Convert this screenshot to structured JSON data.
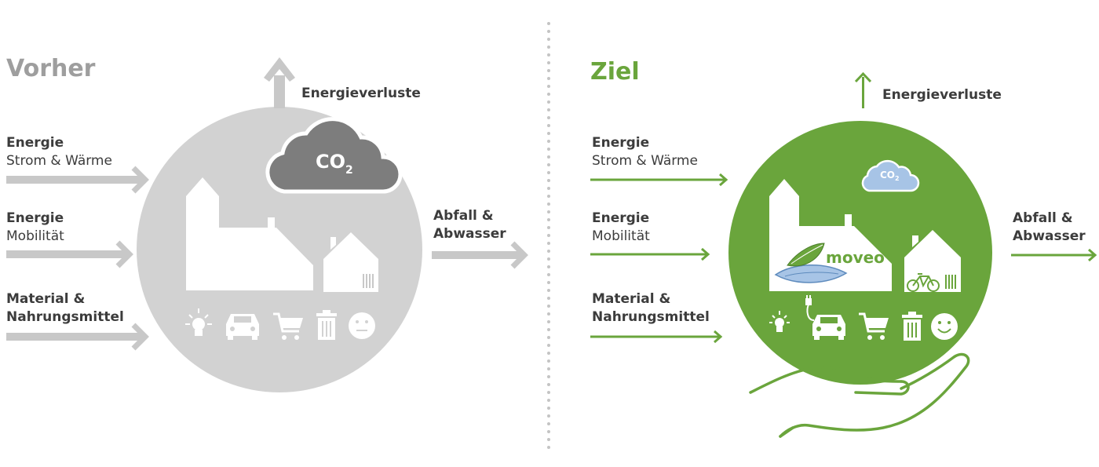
{
  "colors": {
    "gray_light": "#cfcfcf",
    "gray_arrow": "#c8c8c8",
    "gray_cloud": "#7d7d7d",
    "gray_title": "#9e9e9e",
    "green": "#6aa53c",
    "text": "#3c3c3c",
    "co2_blue": "#a7c4e6",
    "moveo_blue": "#a7c4e6"
  },
  "before": {
    "title": "Vorher",
    "losses_label": "Energieverluste",
    "inputs": [
      {
        "title": "Energie",
        "subtitle": "Strom & Wärme"
      },
      {
        "title": "Energie",
        "subtitle": "Mobilität"
      },
      {
        "title": "Material &",
        "subtitle": "Nahrungsmittel"
      }
    ],
    "output": {
      "line1": "Abfall &",
      "line2": "Abwasser"
    },
    "cloud": {
      "co": "CO",
      "sub": "2"
    },
    "icons": [
      "lightbulb-icon",
      "car-icon",
      "shopping-cart-icon",
      "trash-can-icon",
      "neutral-face-icon"
    ]
  },
  "after": {
    "title": "Ziel",
    "losses_label": "Energieverluste",
    "inputs": [
      {
        "title": "Energie",
        "subtitle": "Strom & Wärme"
      },
      {
        "title": "Energie",
        "subtitle": "Mobilität"
      },
      {
        "title": "Material &",
        "subtitle": "Nahrungsmittel"
      }
    ],
    "output": {
      "line1": "Abfall &",
      "line2": "Abwasser"
    },
    "cloud": {
      "co": "CO",
      "sub": "2"
    },
    "logo_text": "moveo",
    "icons": [
      "lightbulb-icon",
      "electric-car-icon",
      "shopping-cart-icon",
      "trash-can-icon",
      "smiley-face-icon",
      "bicycle-icon"
    ]
  }
}
